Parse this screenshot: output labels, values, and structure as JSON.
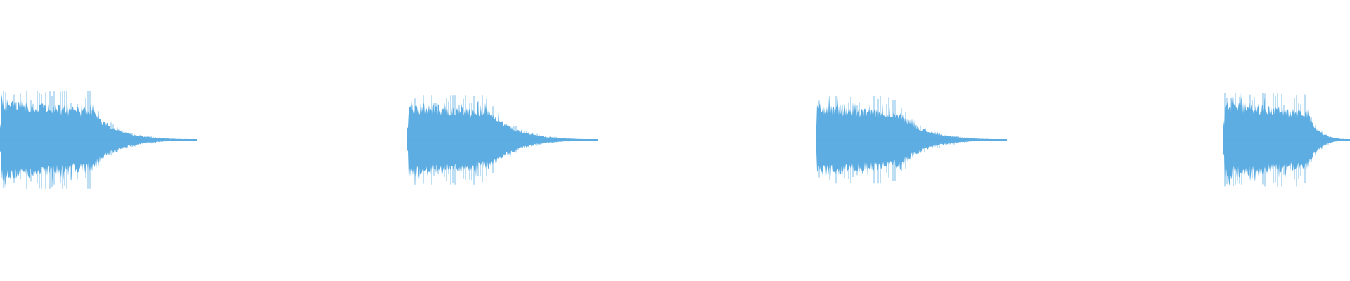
{
  "waveform": {
    "color": "#5dade2",
    "background": "#ffffff",
    "bursts": [
      {
        "index": 1,
        "peak": 0.83,
        "decay": "exponential"
      },
      {
        "index": 2,
        "peak": 0.76,
        "decay": "exponential"
      },
      {
        "index": 3,
        "peak": 0.74,
        "decay": "exponential"
      },
      {
        "index": 4,
        "peak": 0.79,
        "decay": "exponential",
        "clipped": true
      }
    ]
  }
}
